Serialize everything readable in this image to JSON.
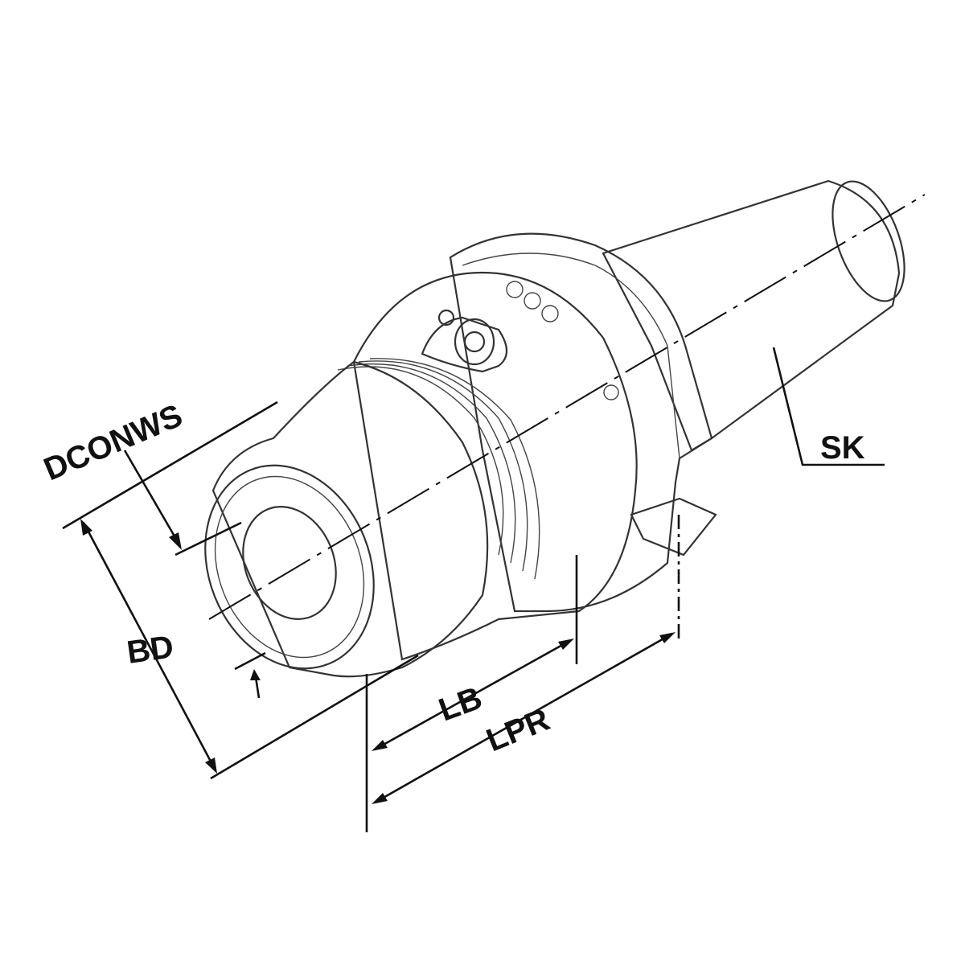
{
  "labels": {
    "dconws": "DCONWS",
    "bd": "BD",
    "lb": "LB",
    "lpr": "LPR",
    "sk": "SK"
  },
  "colors": {
    "line": "#111111",
    "steel_light": "#f2f2f2",
    "steel_mid": "#bdbdbd",
    "steel_dark": "#6e6e6e"
  }
}
